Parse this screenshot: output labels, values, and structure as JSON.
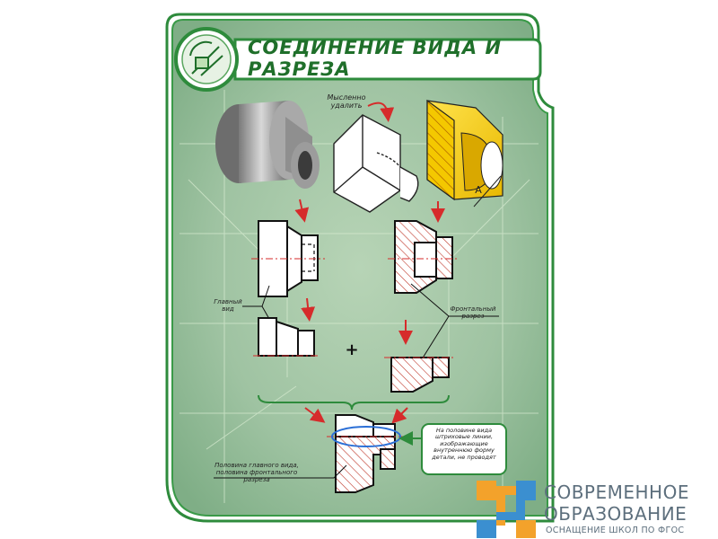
{
  "poster": {
    "title": "СОЕДИНЕНИЕ ВИДА И РАЗРЕЗА",
    "labels": {
      "mentally_remove": "Мысленно удалить",
      "section_letter": "А",
      "main_view": "Главный вид",
      "front_section": "Фронтальный разрез",
      "plus": "+",
      "half_note": "Половина главного вида, половина фронтального разреза",
      "callout": "На половине вида штриховые линии, изображающие внутреннюю форму детали, не проводят"
    },
    "colors": {
      "frame_green": "#2e8b3c",
      "bg_green": "#9fc6a3",
      "hatch_red": "#c0392b",
      "section_yellow": "#f4d000",
      "arrow_red": "#d62b2b",
      "highlight_blue": "#2b6fd6"
    }
  },
  "brand": {
    "line1": "СОВРЕМЕННОЕ",
    "line2": "ОБРАЗОВАНИЕ",
    "tagline": "ОСНАЩЕНИЕ ШКОЛ ПО ФГОС",
    "colors": {
      "orange": "#f3a22b",
      "blue": "#3b8fd0",
      "gray": "#5d6f7d"
    }
  }
}
